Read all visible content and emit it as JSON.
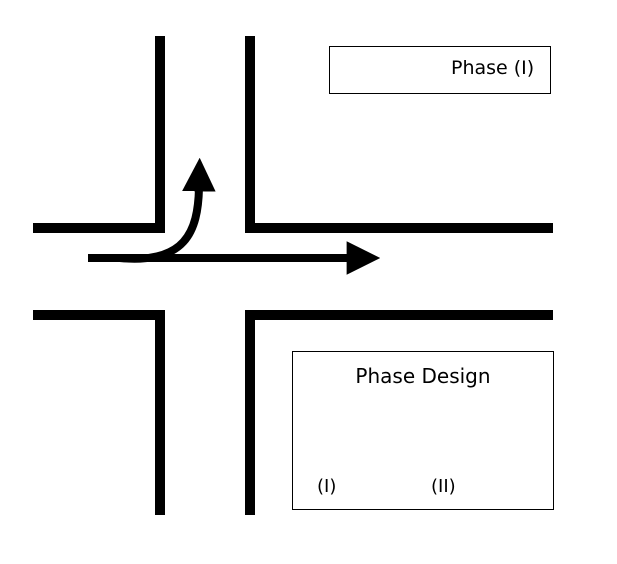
{
  "legend": {
    "arrow_icon": "right-arrow-icon",
    "label": "Phase (I)"
  },
  "phase_design": {
    "title": "Phase Design",
    "options": [
      {
        "label": "(I)"
      },
      {
        "label": "(II)"
      }
    ]
  },
  "colors": {
    "ink": "#000000",
    "background": "#ffffff"
  }
}
